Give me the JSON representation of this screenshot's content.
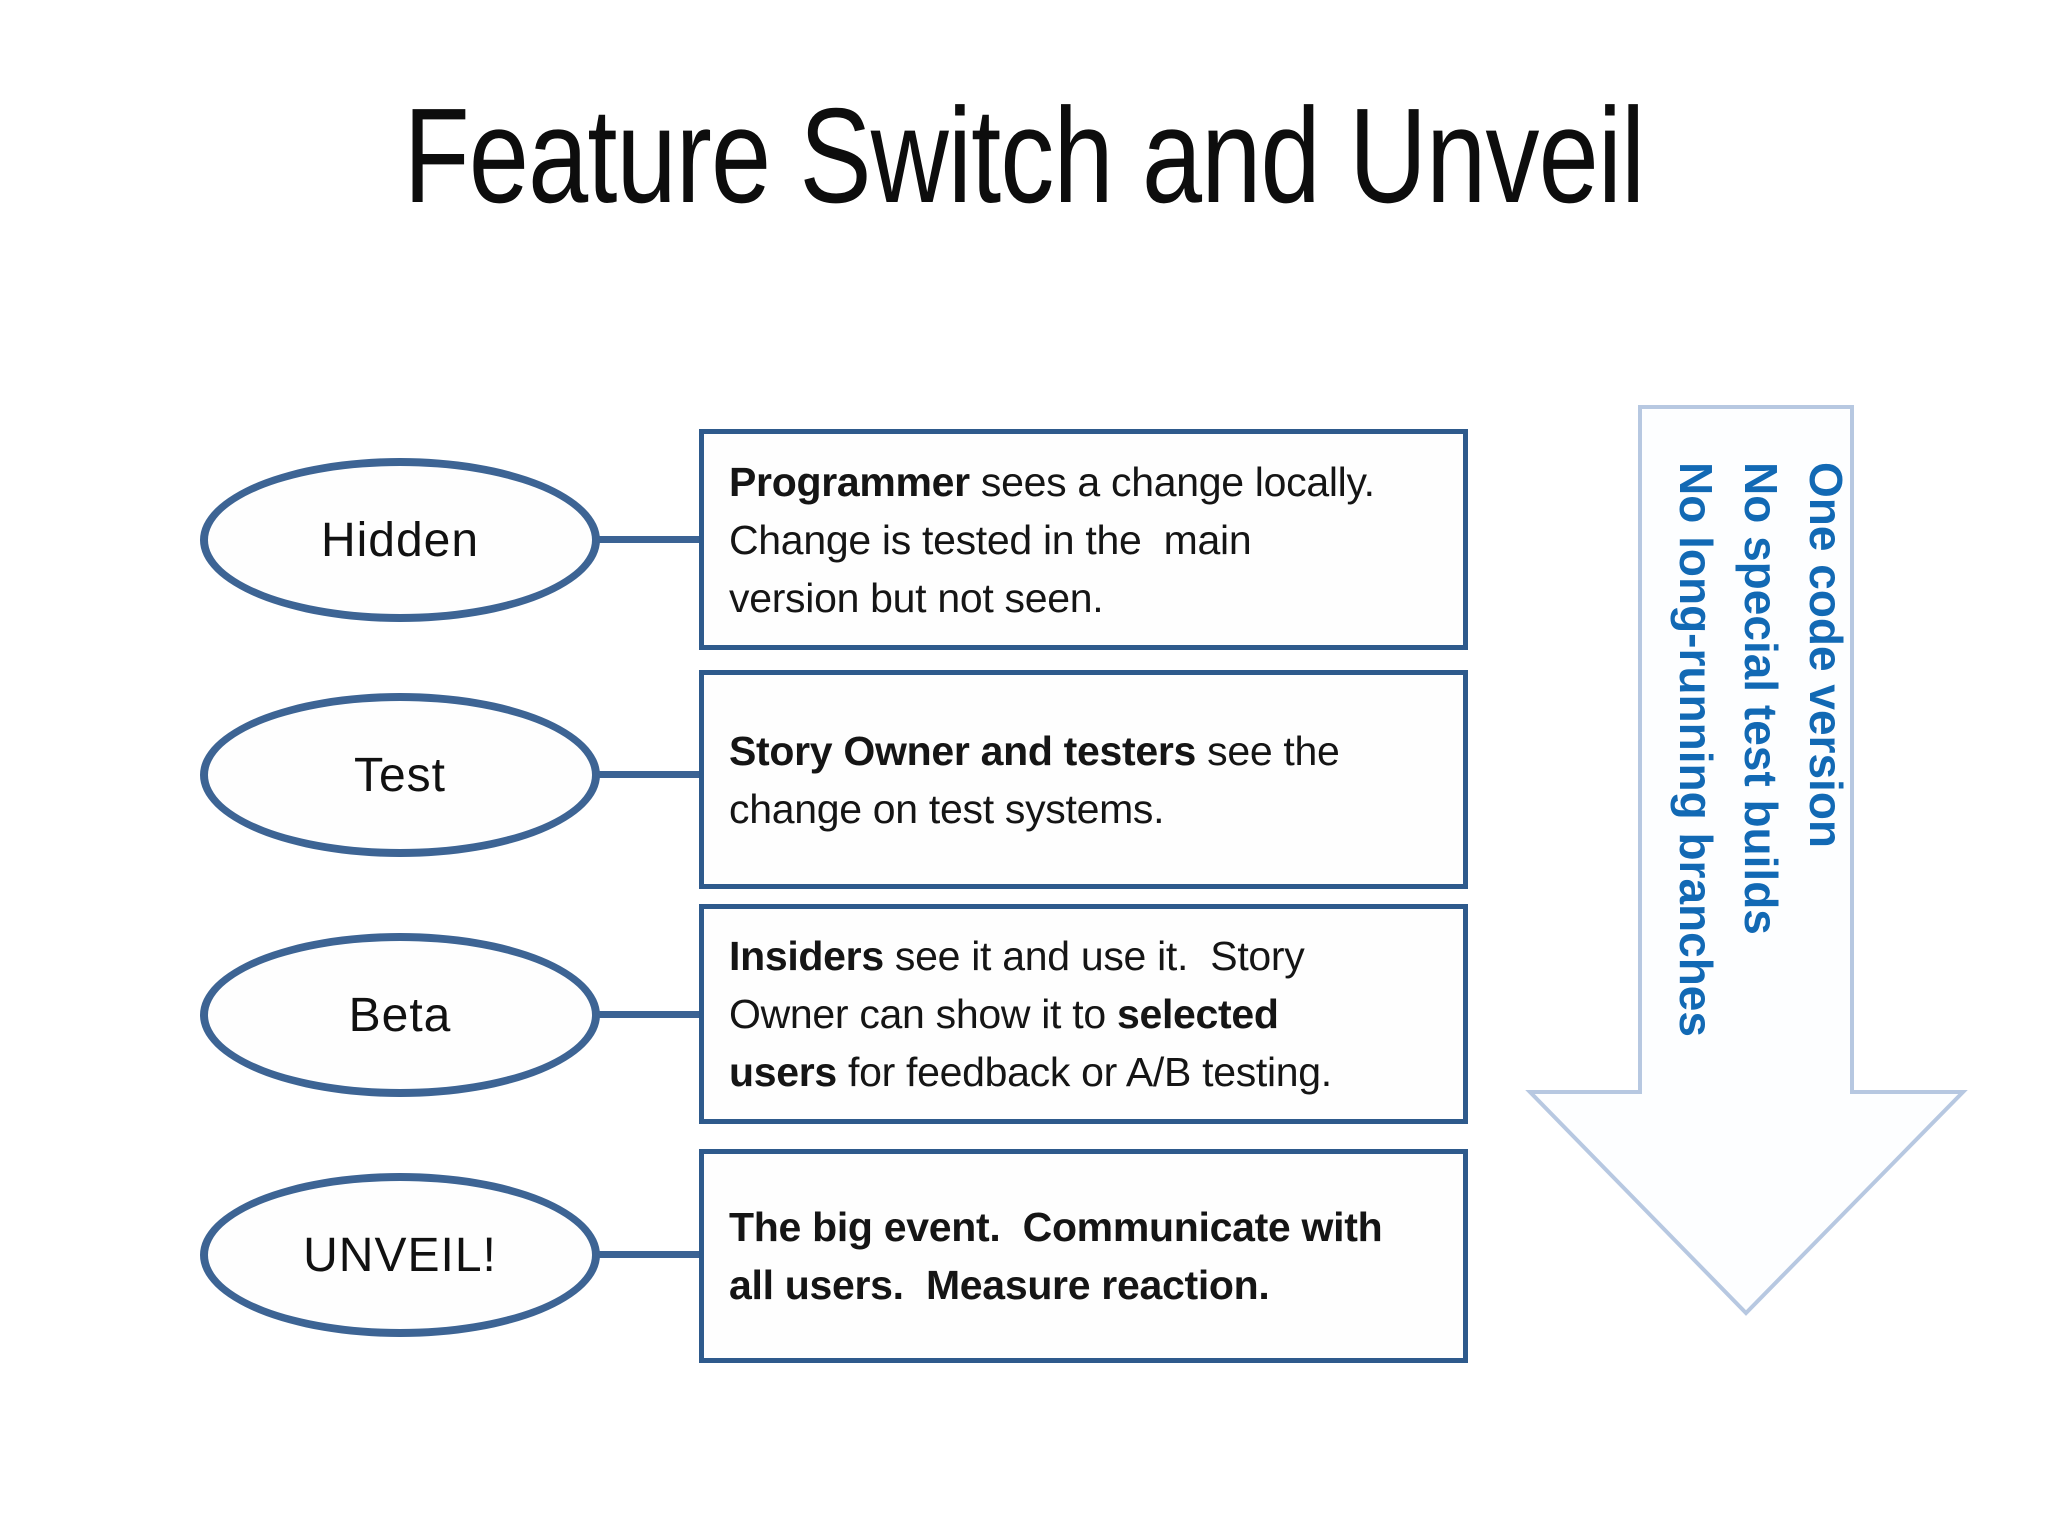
{
  "slide": {
    "title": "Feature Switch and Unveil"
  },
  "colors": {
    "background": "#ffffff",
    "ellipse_border": "#3d6494",
    "box_border": "#2e5a8c",
    "connector": "#3b6394",
    "arrow_outline": "#b7c8e1",
    "arrow_fill": "#fdfeff",
    "benefit_text": "#1269b4",
    "body_text": "#151515",
    "title_text": "#0d0d0d"
  },
  "stages": [
    {
      "label": "Hidden",
      "lines": [
        [
          {
            "t": "Programmer",
            "b": true
          },
          {
            "t": " sees a change locally.",
            "b": false
          }
        ],
        [
          {
            "t": "Change is tested in the  main",
            "b": false
          }
        ],
        [
          {
            "t": "version but not seen.",
            "b": false
          }
        ]
      ]
    },
    {
      "label": "Test",
      "lines": [
        [
          {
            "t": "Story Owner and testers",
            "b": true
          },
          {
            "t": " see the",
            "b": false
          }
        ],
        [
          {
            "t": "change on test systems.",
            "b": false
          }
        ]
      ]
    },
    {
      "label": "Beta",
      "lines": [
        [
          {
            "t": "Insiders",
            "b": true
          },
          {
            "t": " see it and use it.  Story",
            "b": false
          }
        ],
        [
          {
            "t": "Owner can show it to ",
            "b": false
          },
          {
            "t": "selected",
            "b": true
          }
        ],
        [
          {
            "t": "users",
            "b": true
          },
          {
            "t": " for feedback or A/B testing.",
            "b": false
          }
        ]
      ]
    },
    {
      "label": "UNVEIL!",
      "lines": [
        [
          {
            "t": "The big event.  Communicate with",
            "b": true
          }
        ],
        [
          {
            "t": "all users.  Measure reaction.",
            "b": true
          }
        ]
      ]
    }
  ],
  "arrow": {
    "lines": [
      "One code version",
      "No special test builds",
      "No long-running branches"
    ]
  }
}
